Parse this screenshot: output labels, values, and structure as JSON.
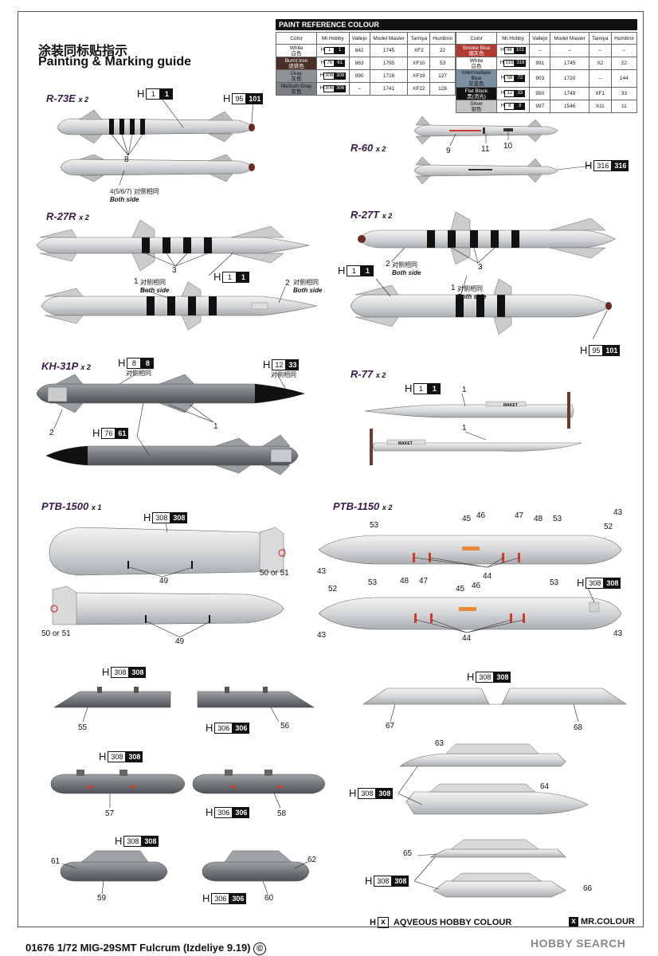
{
  "title_cn": "涂装同标贴指示",
  "title_en": "Painting & Marking guide",
  "paint_reference": {
    "heading": "PAINT REFERENCE COLOUR",
    "columns": [
      "Color",
      "Mr.Hobby",
      "Vallejo",
      "Model Master",
      "Tamiya",
      "Humbrol"
    ],
    "left_rows": [
      {
        "name": "White",
        "cn": "白色",
        "h": "1",
        "k": "1",
        "vallejo": "842",
        "mm": "1745",
        "tamiya": "XF2",
        "humbrol": "22",
        "bg": "#ffffff",
        "fg": "#111111"
      },
      {
        "name": "Burnt Iron",
        "cn": "烧铁色",
        "h": "76",
        "k": "61",
        "vallejo": "863",
        "mm": "1795",
        "tamiya": "XF10",
        "humbrol": "53",
        "bg": "#4a2f25",
        "fg": "#ffffff"
      },
      {
        "name": "Gray",
        "cn": "灰色",
        "h": "308",
        "k": "308",
        "vallejo": "990",
        "mm": "1728",
        "tamiya": "XF19",
        "humbrol": "127",
        "bg": "#8e9296",
        "fg": "#111111"
      },
      {
        "name": "MeSum Gray",
        "cn": "灰色",
        "h": "306",
        "k": "306",
        "vallejo": "–",
        "mm": "1741",
        "tamiya": "XF22",
        "humbrol": "128",
        "bg": "#7c8085",
        "fg": "#111111"
      }
    ],
    "right_rows": [
      {
        "name": "Smoke Blue",
        "cn": "烟灰色",
        "h": "96",
        "k": "101",
        "vallejo": "–",
        "mm": "–",
        "tamiya": "–",
        "humbrol": "–",
        "bg": "#b23a2f",
        "fg": "#ffffff"
      },
      {
        "name": "White",
        "cn": "白色",
        "h": "316",
        "k": "316",
        "vallejo": "991",
        "mm": "1745",
        "tamiya": "X2",
        "humbrol": "22",
        "bg": "#ffffff",
        "fg": "#111111"
      },
      {
        "name": "Intermediate Blue",
        "cn": "灰蓝色",
        "h": "56",
        "k": "72",
        "vallejo": "903",
        "mm": "1720",
        "tamiya": "–",
        "humbrol": "144",
        "bg": "#7b8fa0",
        "fg": "#111111"
      },
      {
        "name": "Flat Black",
        "cn": "黑(消光)",
        "h": "12",
        "k": "33",
        "vallejo": "950",
        "mm": "1749",
        "tamiya": "XF1",
        "humbrol": "33",
        "bg": "#111111",
        "fg": "#ffffff"
      },
      {
        "name": "Silver",
        "cn": "银色",
        "h": "8",
        "k": "8",
        "vallejo": "997",
        "mm": "1546",
        "tamiya": "X11",
        "humbrol": "11",
        "bg": "#c2c4c6",
        "fg": "#111111"
      }
    ]
  },
  "sections": {
    "r73e": {
      "name": "R-73E",
      "qty": "x 2"
    },
    "r60": {
      "name": "R-60",
      "qty": "x 2"
    },
    "r27r": {
      "name": "R-27R",
      "qty": "x 2"
    },
    "r27t": {
      "name": "R-27T",
      "qty": "x 2"
    },
    "kh31p": {
      "name": "KH-31P",
      "qty": "x 2"
    },
    "r77": {
      "name": "R-77",
      "qty": "x 2"
    },
    "ptb1500": {
      "name": "PTB-1500",
      "qty": "x 1"
    },
    "ptb1150": {
      "name": "PTB-1150",
      "qty": "x 2"
    }
  },
  "hcodes": {
    "r73_white": {
      "h": "1",
      "k": "1"
    },
    "r73_smoke": {
      "h": "95",
      "k": "101"
    },
    "r60_white": {
      "h": "316",
      "k": "316"
    },
    "r27r_white": {
      "h": "1",
      "k": "1"
    },
    "r27t_white": {
      "h": "1",
      "k": "1"
    },
    "r27t_smoke": {
      "h": "95",
      "k": "101"
    },
    "kh_silver": {
      "h": "8",
      "k": "8"
    },
    "kh_black": {
      "h": "12",
      "k": "33"
    },
    "kh_burnt": {
      "h": "76",
      "k": "61"
    },
    "r77_white": {
      "h": "1",
      "k": "1"
    },
    "ptb1500_gray": {
      "h": "308",
      "k": "308"
    },
    "ptb1150_gray": {
      "h": "308",
      "k": "308"
    },
    "p55": {
      "h": "308",
      "k": "308"
    },
    "p56": {
      "h": "306",
      "k": "306"
    },
    "p67": {
      "h": "308",
      "k": "308"
    },
    "p57": {
      "h": "308",
      "k": "308"
    },
    "p58": {
      "h": "306",
      "k": "306"
    },
    "p63": {
      "h": "308",
      "k": "308"
    },
    "p61": {
      "h": "308",
      "k": "308"
    },
    "p62": {
      "h": "306",
      "k": "306"
    },
    "p65": {
      "h": "308",
      "k": "308"
    }
  },
  "notes": {
    "r73_decal": "4(5/6/7)",
    "both_cn": "对侧相同",
    "both_en": "Both side",
    "kh_cn": "对侧相同",
    "ptb_alt_right": "50 or 51",
    "ptb_alt_left": "50 or 51"
  },
  "callouts": {
    "r73": "8",
    "r60_a": "9",
    "r60_b": "11",
    "r60_c": "10",
    "r27r_3": "3",
    "r27r_1": "1",
    "r27r_2": "2",
    "r27t_2": "2",
    "r27t_3": "3",
    "r27t_1": "1",
    "kh_2": "2",
    "kh_1": "1",
    "r77_1a": "1",
    "r77_1b": "1",
    "ptb1500_49a": "49",
    "ptb1500_49b": "49",
    "ptb1150": [
      "53",
      "45",
      "46",
      "47",
      "48",
      "53",
      "43",
      "52",
      "43",
      "44",
      "52",
      "53",
      "48",
      "47",
      "45",
      "46",
      "53",
      "43",
      "44",
      "43"
    ],
    "pylons": {
      "p55": "55",
      "p56": "56",
      "p67": "67",
      "p68": "68",
      "p57": "57",
      "p58": "58",
      "p63": "63",
      "p64": "64",
      "p61": "61",
      "p62": "62",
      "p59": "59",
      "p60": "60",
      "p65": "65",
      "p66": "66"
    }
  },
  "stencil": {
    "maket": "MAKET"
  },
  "legend": {
    "aqueous_letter": "H",
    "aqueous_box": "x",
    "aqueous_label": "AQVEOUS HOBBY COLOUR",
    "mr_box": "x",
    "mr_label": "MR.COLOUR"
  },
  "footer": "01676 1/72 MIG-29SMT Fulcrum (Izdeliye 9.19)",
  "copyright_symbol": "©",
  "watermark": "HOBBY SEARCH",
  "colors": {
    "gray": "#c9cbcd",
    "dark": "#7d8186",
    "black": "#111111",
    "red": "#d23a2a",
    "orange": "#e88838",
    "title": "#3a1c4a"
  }
}
